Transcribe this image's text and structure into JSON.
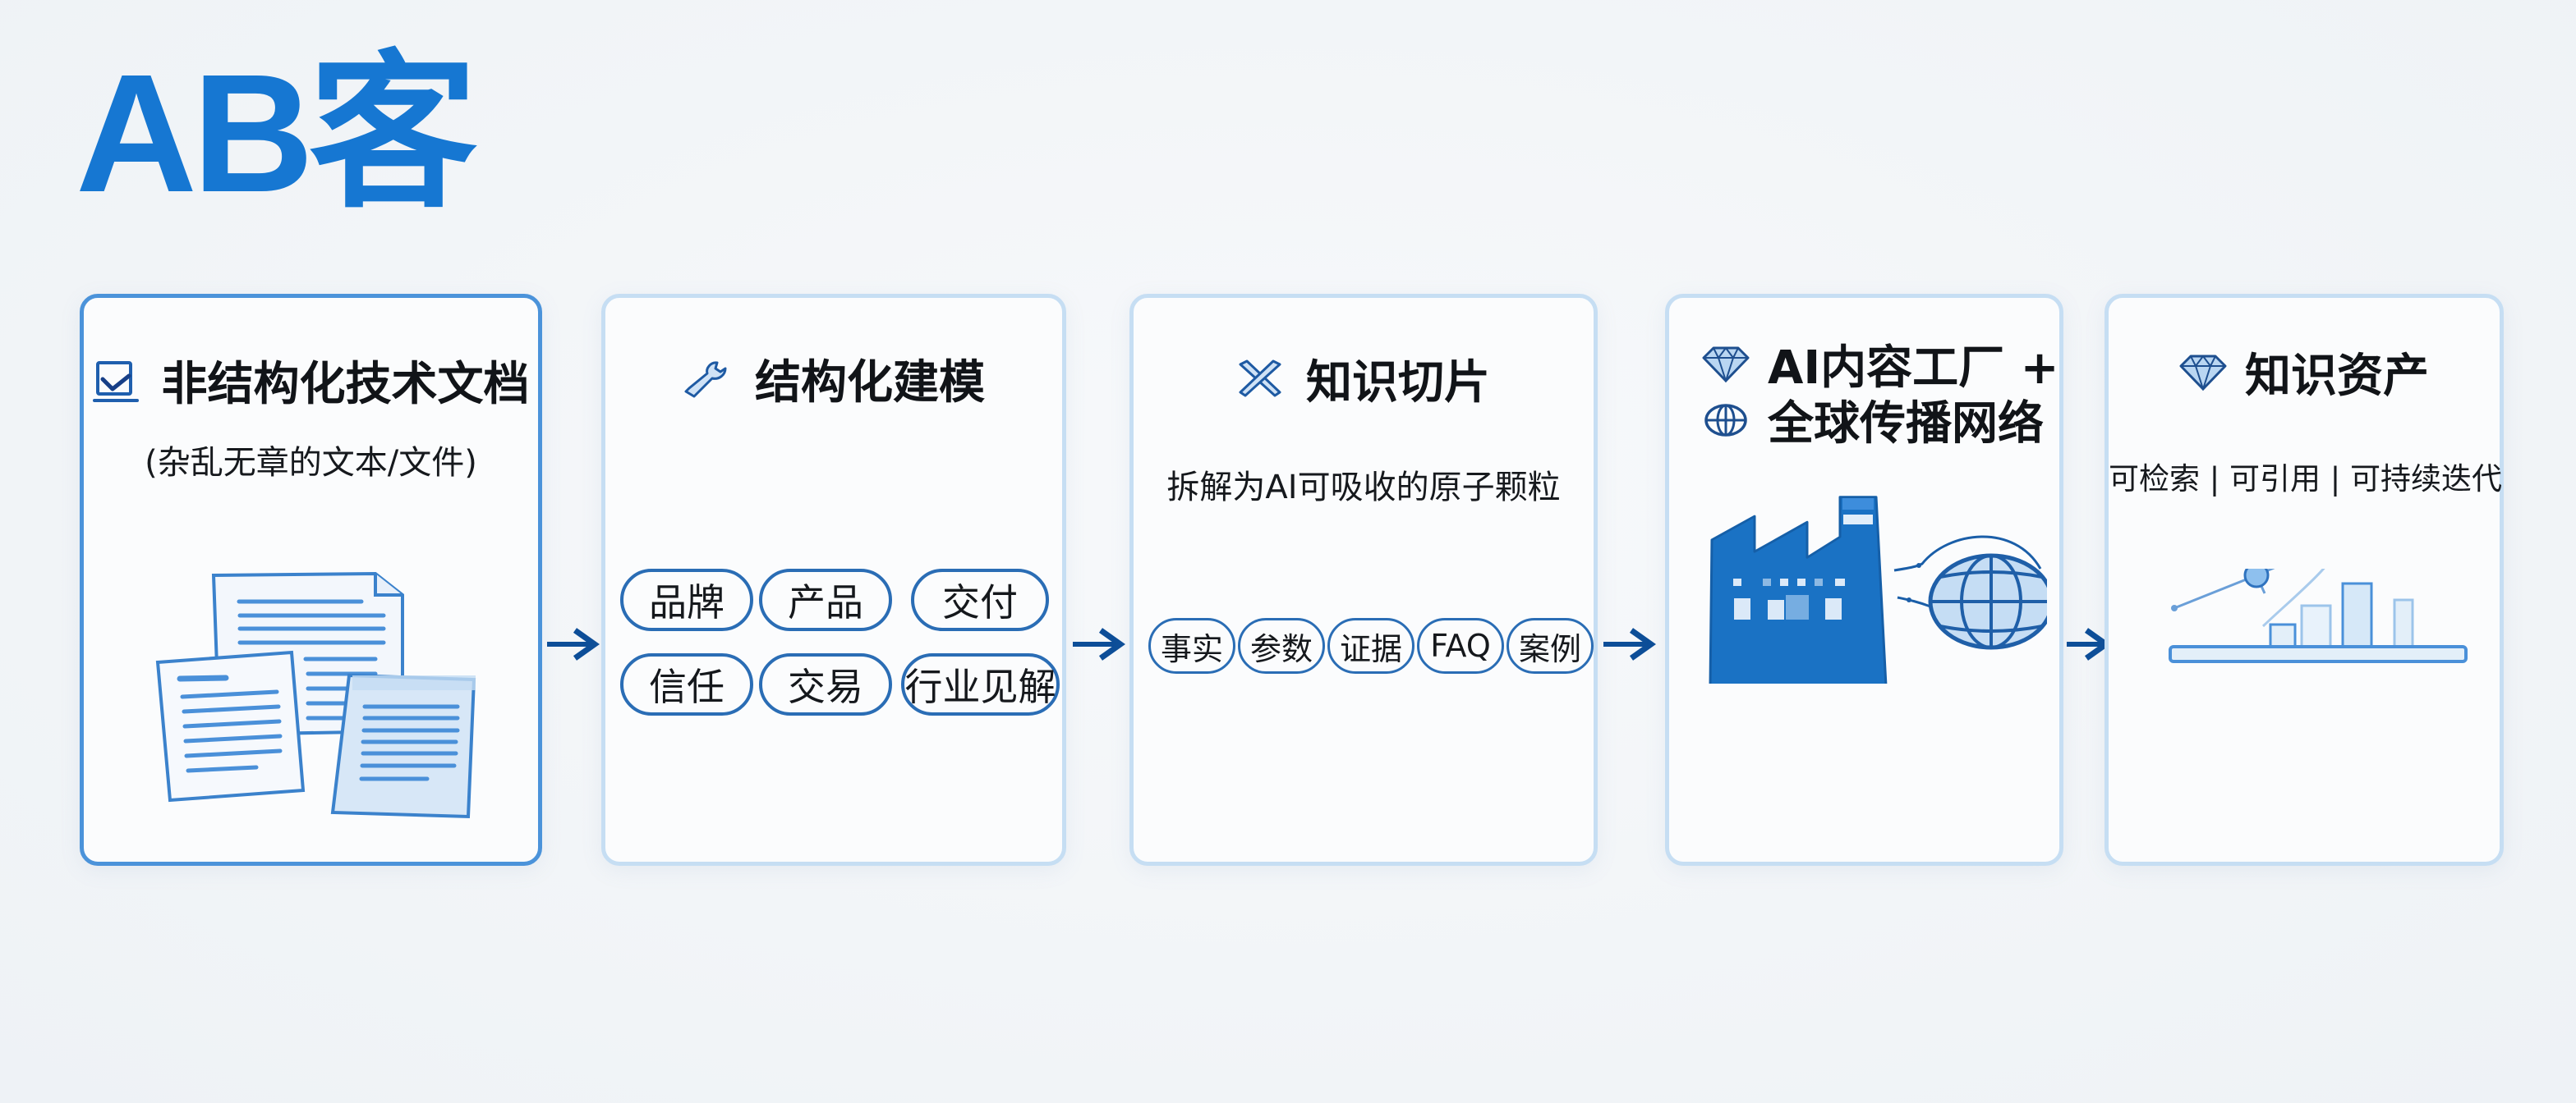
{
  "brand": {
    "logo_text": "AB客",
    "color": "#1677d2"
  },
  "colors": {
    "arrow": "#0d4e98",
    "pill_border": "#2a6db5",
    "card_border_primary": "#4b93da",
    "card_border": "#c6def3",
    "icon_fill": "#1a72c4"
  },
  "flow": {
    "cards": [
      {
        "title": "非结构化技术文档",
        "icon": "checkbox-icon",
        "subtitle": "(杂乱无章的文本/文件)",
        "illustration": "scattered-documents"
      },
      {
        "title": "结构化建模",
        "icon": "wrench-icon",
        "tags": [
          "品牌",
          "产品",
          "交付",
          "信任",
          "交易",
          "行业见解"
        ]
      },
      {
        "title": "知识切片",
        "icon": "cross-cut-icon",
        "subtitle": "拆解为AI可吸收的原子颗粒",
        "tags": [
          "事实",
          "参数",
          "证据",
          "FAQ",
          "案例"
        ]
      },
      {
        "title_line1": "AI内容工厂 +",
        "title_line2": "全球传播网络",
        "icon1": "diamond-icon",
        "icon2": "globe-icon",
        "illustration": "factory-and-globe"
      },
      {
        "title": "知识资产",
        "icon": "diamond-icon",
        "subtitle": "可检索 | 可引用 | 可持续迭代",
        "illustration": "network-bar-chart"
      }
    ],
    "arrows": [
      "arrow-right",
      "arrow-right",
      "arrow-right",
      "arrow-right"
    ]
  }
}
